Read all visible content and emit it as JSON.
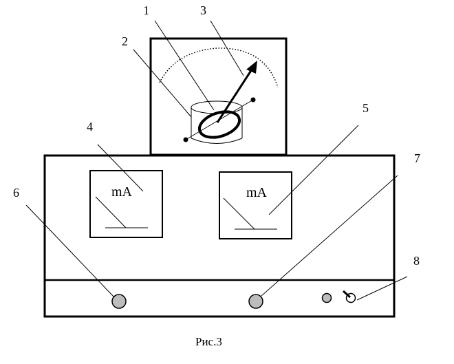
{
  "labels": {
    "l1": "1",
    "l2": "2",
    "l3": "3",
    "l4": "4",
    "l5": "5",
    "l6": "6",
    "l7": "7",
    "l8": "8"
  },
  "meters": {
    "left_unit": "mA",
    "right_unit": "mA"
  },
  "caption": "Рис.3",
  "colors": {
    "knob_fill": "#bdbdbd",
    "stroke": "#000000"
  }
}
